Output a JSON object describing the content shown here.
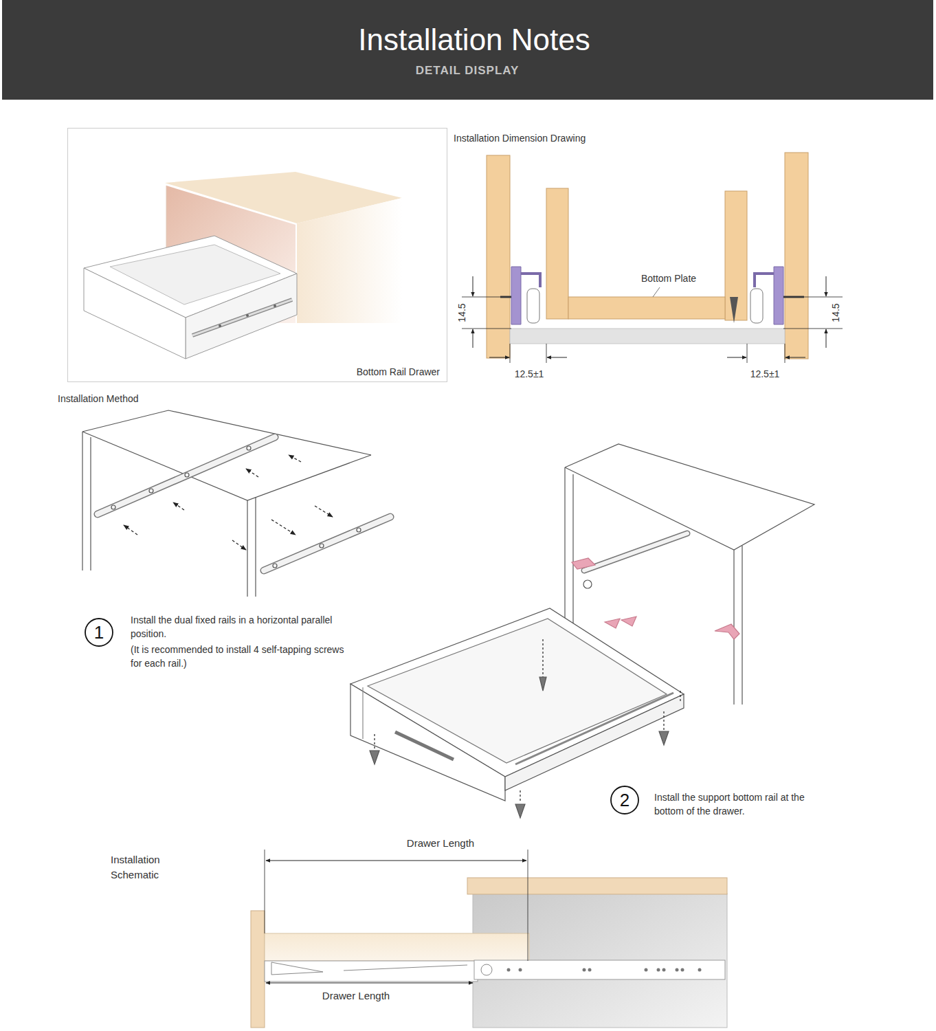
{
  "diagram": {
    "title": "Installation Notes",
    "nodes": [
      {
        "text": [
          "Bottom Rail Drawer"
        ]
      },
      {
        "text": [
          "1"
        ]
      },
      {
        "text": [
          "2"
        ]
      }
    ],
    "labels": [
      "DETAIL DISPLAY",
      "Installation Dimension Drawing",
      "Bottom Plate",
      "14.5",
      "14.5",
      "12.5±1",
      "12.5±1",
      "Installation Method",
      "Install the dual fixed rails in a horizontal parallel position.",
      "(It is recommended to install 4 self-tapping screws for each rail.)",
      "Install the support bottom rail at the bottom of the drawer.",
      "Installation Schematic",
      "Drawer Length",
      "Drawer Length"
    ]
  }
}
